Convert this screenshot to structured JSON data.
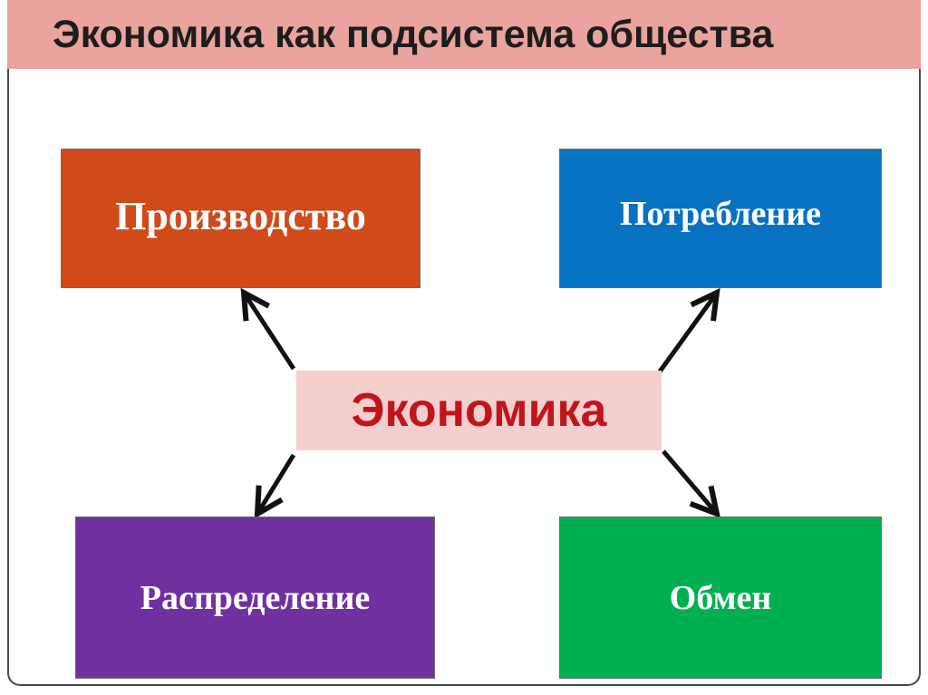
{
  "title": "Экономика как подсистема общества",
  "center": {
    "label": "Экономика",
    "text_color": "#c0151b",
    "background": "#f5cfcd"
  },
  "nodes": [
    {
      "label": "Производство",
      "color": "#d04a1a"
    },
    {
      "label": "Потребление",
      "color": "#0872c2"
    },
    {
      "label": "Распределение",
      "color": "#7030a0"
    },
    {
      "label": "Обмен",
      "color": "#00b050"
    }
  ],
  "colors": {
    "title_bar": "#eba39e",
    "arrow": "#111111"
  }
}
